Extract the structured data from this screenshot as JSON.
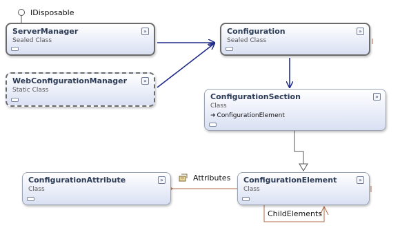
{
  "interface": {
    "name": "IDisposable"
  },
  "classes": {
    "server_manager": {
      "name": "ServerManager",
      "kind": "Sealed Class"
    },
    "web_configuration_manager": {
      "name": "WebConfigurationManager",
      "kind": "Static Class"
    },
    "configuration": {
      "name": "Configuration",
      "kind": "Sealed Class"
    },
    "configuration_section": {
      "name": "ConfigurationSection",
      "kind": "Class",
      "member": "ConfigurationElement"
    },
    "configuration_element": {
      "name": "ConfigurationElement",
      "kind": "Class"
    },
    "configuration_attribute": {
      "name": "ConfigurationAttribute",
      "kind": "Class"
    }
  },
  "associations": {
    "attributes": "Attributes",
    "child_elements": "ChildElements"
  },
  "icons": {
    "collapse": "double-chevron-icon",
    "member": "arrow-right-icon",
    "association": "property-icon"
  },
  "colors": {
    "dependency_arrow": "#1f2a8a",
    "inheritance_line": "#555555",
    "association_line": "#b06a45"
  }
}
